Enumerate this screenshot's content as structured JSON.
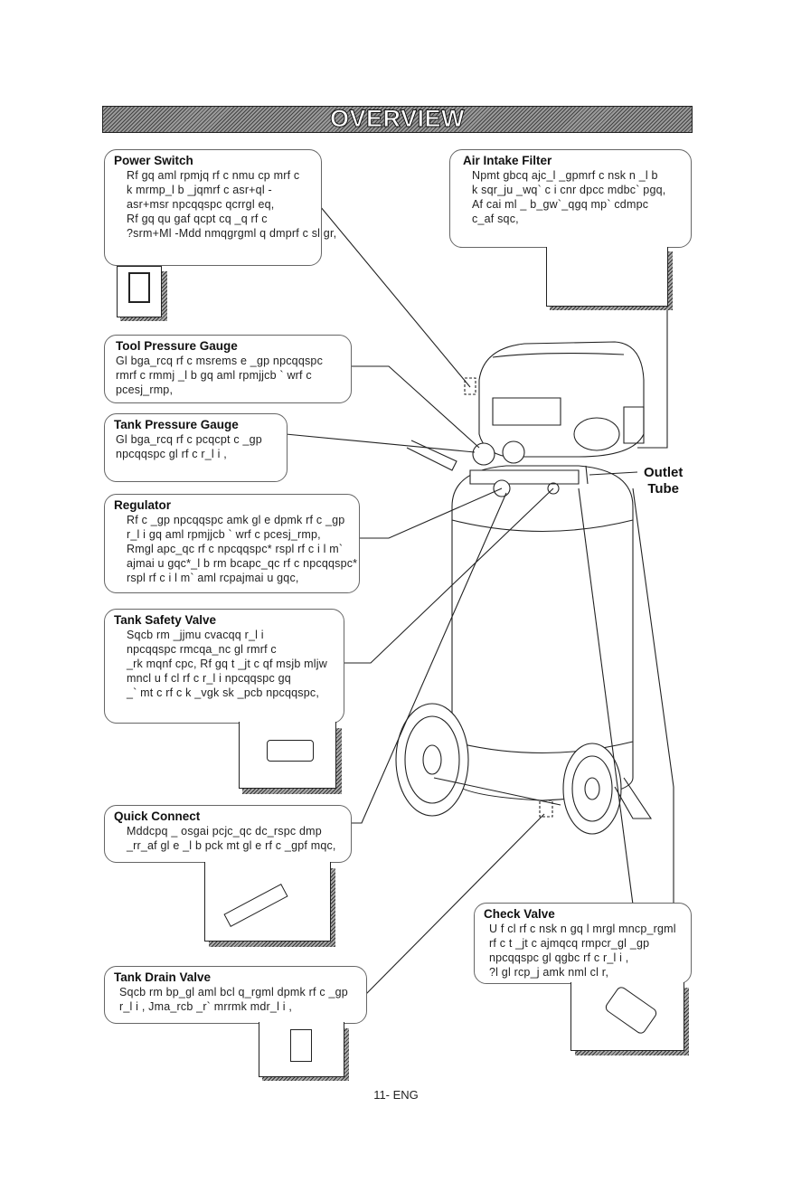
{
  "header": {
    "title": "OVERVIEW"
  },
  "callouts": [
    {
      "title": "Power Switch",
      "lines": [
        "Rf gq aml rpmjq rf c nmu cp mrf c",
        "k mrmp_l b _jqmrf c asr+ql -",
        "asr+msr npcqqspc qcrrgl eq,",
        "Rf gq qu gaf qcpt cq _q rf c",
        "?srm+Ml -Mdd nmqgrgml q dmprf c sl gr,"
      ]
    },
    {
      "title": "Air Intake Filter",
      "lines": [
        "Npmt gbcq ajc_l _gpmrf c nsk n _l b",
        "k sqr_ju _wq` c i cnr dpcc mdbc` pgq,",
        "Af cai ml _ b_gw`_qgq mp` cdmpc",
        "c_af sqc,"
      ]
    },
    {
      "title": "Tool Pressure Gauge",
      "lines": [
        "Gl bga_rcq rf c msrems e _gp npcqqspc",
        "rmrf c rmmj _l b gq aml rpmjjcb ` wrf c",
        "pcesj_rmp,"
      ]
    },
    {
      "title": "Tank Pressure Gauge",
      "lines": [
        "Gl bga_rcq rf c pcqcpt c _gp",
        "npcqqspc gl rf c r_l i ,"
      ]
    },
    {
      "title": "Regulator",
      "lines": [
        "Rf c _gp npcqqspc amk gl e dpmk rf c _gp",
        "r_l i gq aml rpmjjcb ` wrf c pcesj_rmp,",
        "Rmgl apc_qc rf c npcqqspc* rspl rf c i l m`",
        "ajmai u gqc*_l b rm bcapc_qc rf c npcqqspc*",
        "rspl rf c i l m` aml rcpajmai u gqc,"
      ]
    },
    {
      "title": "Tank Safety Valve",
      "lines": [
        "Sqcb rm _jjmu cvacqq r_l i",
        "npcqqspc rmcqa_nc gl rmrf c",
        "_rk mqnf cpc, Rf gq t _jt c qf msjb mljw",
        "mncl u f cl rf c r_l i npcqqspc gq",
        "_` mt c rf c k _vgk sk _pcb npcqqspc,"
      ]
    },
    {
      "title": "Quick Connect",
      "lines": [
        "Mddcpq _ osgai pcjc_qc dc_rspc dmp",
        "_rr_af gl e _l b pck mt gl e rf c _gpf mqc,"
      ]
    },
    {
      "title": "Check Valve",
      "lines": [
        "U f cl rf c nsk n gq l mrgl mncp_rgml",
        "rf c t _jt c ajmqcq rmpcr_gl _gp",
        "npcqqspc gl qgbc rf c r_l i ,",
        "?l gl rcp_j amk nml cl r,"
      ]
    },
    {
      "title": "Tank Drain Valve",
      "lines": [
        "Sqcb rm bp_gl aml bcl q_rgml dpmk rf c _gp",
        "r_l i , Jma_rcb _r` mrrmk mdr_l i ,"
      ]
    }
  ],
  "outlet_label": [
    "Outlet",
    "Tube"
  ],
  "footer": {
    "page": "11- ENG"
  }
}
